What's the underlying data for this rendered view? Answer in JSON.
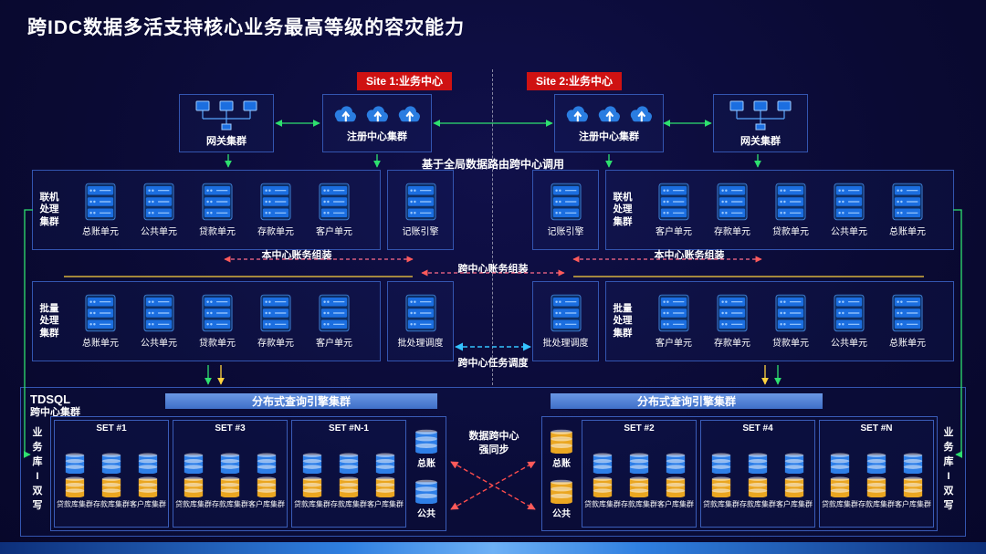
{
  "title": "跨IDC数据多活支持核心业务最高等级的容灾能力",
  "sites": {
    "site1": "Site 1:业务中心",
    "site2": "Site 2:业务中心"
  },
  "top": {
    "gateway_left": "网关集群",
    "registry_left": "注册中心集群",
    "registry_right": "注册中心集群",
    "gateway_right": "网关集群",
    "routing_note": "基于全局数据路由跨中心调用"
  },
  "online_left": {
    "group_label": "联机处理集群",
    "units": [
      "总账单元",
      "公共单元",
      "贷款单元",
      "存款单元",
      "客户单元"
    ],
    "engine": "记账引擎"
  },
  "online_right": {
    "group_label": "联机处理集群",
    "engine": "记账引擎",
    "units": [
      "客户单元",
      "存款单元",
      "贷款单元",
      "公共单元",
      "总账单元"
    ]
  },
  "assembly": {
    "local_left": "本中心账务组装",
    "cross": "跨中心账务组装",
    "local_right": "本中心账务组装"
  },
  "batch_left": {
    "group_label": "批量处理集群",
    "units": [
      "总账单元",
      "公共单元",
      "贷款单元",
      "存款单元",
      "客户单元"
    ],
    "scheduler": "批处理调度"
  },
  "batch_right": {
    "group_label": "批量处理集群",
    "scheduler": "批处理调度",
    "units": [
      "客户单元",
      "存款单元",
      "贷款单元",
      "公共单元",
      "总账单元"
    ]
  },
  "task_note": "跨中心任务调度",
  "tdsql": {
    "label_line1": "TDSQL",
    "label_line2": "跨中心集群",
    "query_engine_left": "分布式查询引擎集群",
    "query_engine_right": "分布式查询引擎集群",
    "dual_write_left": "业务库I双写",
    "dual_write_right": "业务库I双写",
    "sync_line1": "数据跨中心",
    "sync_line2": "强同步",
    "sets_left": [
      {
        "name": "SET #1",
        "clusters": [
          "贷款库集群",
          "存款库集群",
          "客户库集群"
        ]
      },
      {
        "name": "SET #3",
        "clusters": [
          "贷款库集群",
          "存款库集群",
          "客户库集群"
        ]
      },
      {
        "name": "SET #N-1",
        "clusters": [
          "贷款库集群",
          "存款库集群",
          "客户库集群"
        ]
      }
    ],
    "sets_right": [
      {
        "name": "SET #2",
        "clusters": [
          "贷款库集群",
          "存款库集群",
          "客户库集群"
        ]
      },
      {
        "name": "SET #4",
        "clusters": [
          "贷款库集群",
          "存款库集群",
          "客户库集群"
        ]
      },
      {
        "name": "SET #N",
        "clusters": [
          "贷款库集群",
          "存款库集群",
          "客户库集群"
        ]
      }
    ],
    "standalone_left": [
      "总账",
      "公共"
    ],
    "standalone_right": [
      "总账",
      "公共"
    ]
  },
  "colors": {
    "background": "#0a0a33",
    "accent_blue": "#2e7fe8",
    "accent_yellow": "#eaa621",
    "badge_red": "#cf1212",
    "bar_blue": "#4d82d9"
  }
}
